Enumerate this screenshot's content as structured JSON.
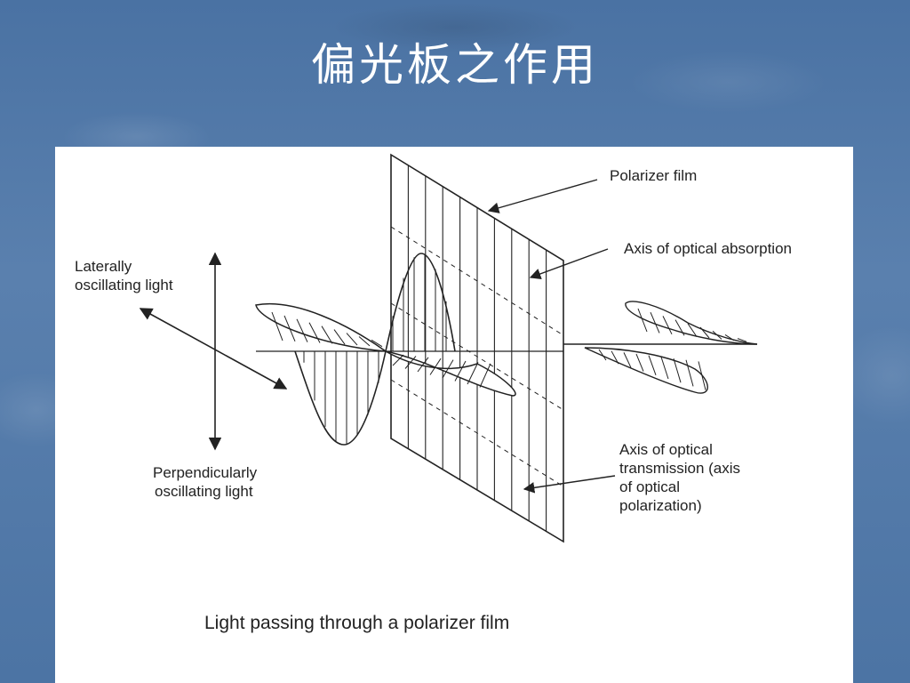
{
  "slide": {
    "title": "偏光板之作用"
  },
  "diagram": {
    "labels": {
      "polarizer_film": "Polarizer film",
      "axis_absorption": "Axis of optical absorption",
      "lateral_line1": "Laterally",
      "lateral_line2": "oscillating light",
      "perp_line1": "Perpendicularly",
      "perp_line2": "oscillating light",
      "transmission_line1": "Axis of optical",
      "transmission_line2": "transmission (axis",
      "transmission_line3": "of optical",
      "transmission_line4": "polarization)"
    },
    "caption": "Light passing through a polarizer film",
    "colors": {
      "ink": "#222222",
      "panel": "#ffffff",
      "background": "#4f76a6"
    }
  }
}
